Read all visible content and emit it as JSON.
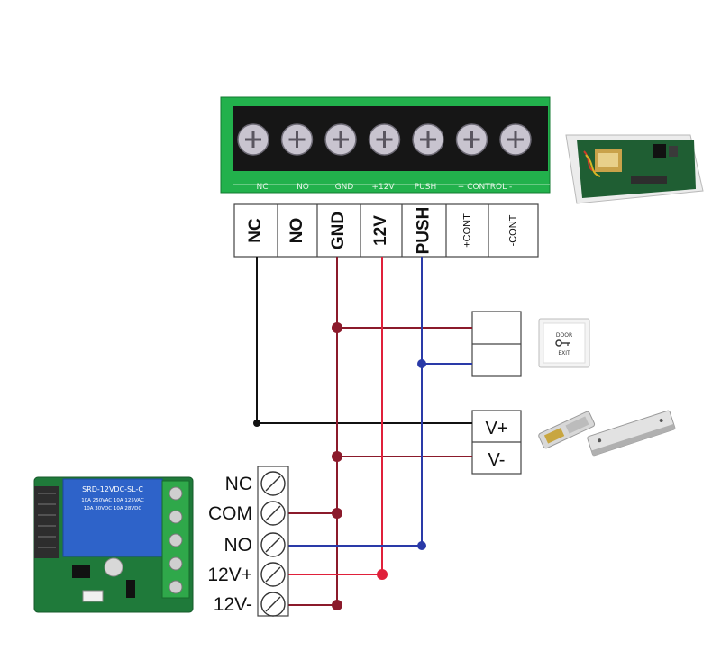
{
  "terminal_block": {
    "silkscreen": [
      "NC",
      "NO",
      "GND",
      "+12V",
      "PUSH",
      "+ CONTROL -"
    ]
  },
  "controller_labels": [
    "NC",
    "NO",
    "GND",
    "12V",
    "PUSH",
    "+CONT",
    "-CONT"
  ],
  "exit_button": {
    "image_text_top": "DOOR",
    "image_text_bottom": "EXIT"
  },
  "lock_labels": {
    "positive": "V+",
    "negative": "V-"
  },
  "relay_module": {
    "relay_text": [
      "SRD-12VDC-SL-C",
      "10A 250VAC  10A 125VAC",
      "10A 30VDC  10A 28VDC"
    ],
    "terminal_labels": [
      "NC",
      "COM",
      "NO",
      "12V+",
      "12V-"
    ]
  },
  "colors": {
    "gnd_wire": "#8b1a2b",
    "v12_wire": "#e0203a",
    "push_wire": "#2a3aa8",
    "nc_wire": "#111111",
    "board_green": "#22b14c"
  }
}
